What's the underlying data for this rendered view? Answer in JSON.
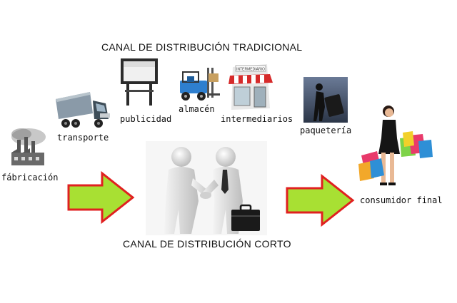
{
  "titles": {
    "traditional": "CANAL DE DISTRIBUCIÓN  TRADICIONAL",
    "short": "CANAL DE DISTRIBUCIÓN CORTO"
  },
  "stages": {
    "fabricacion": "fábricación",
    "transporte": "transporte",
    "publicidad": "publicidad",
    "almacen": "almacén",
    "intermediarios": "intermediarios",
    "paqueteria": "paquetería",
    "consumidor": "consumidor final"
  },
  "icons": {
    "factory": "factory-icon",
    "truck": "truck-icon",
    "billboard": "billboard-icon",
    "forklift": "forklift-icon",
    "store": "store-icon",
    "courier": "courier-icon",
    "shopper": "shopper-icon",
    "handshake": "handshake-icon"
  },
  "colors": {
    "arrow_fill": "#a8e033",
    "arrow_border": "#e02020",
    "store_awning": "#d62a2a"
  }
}
